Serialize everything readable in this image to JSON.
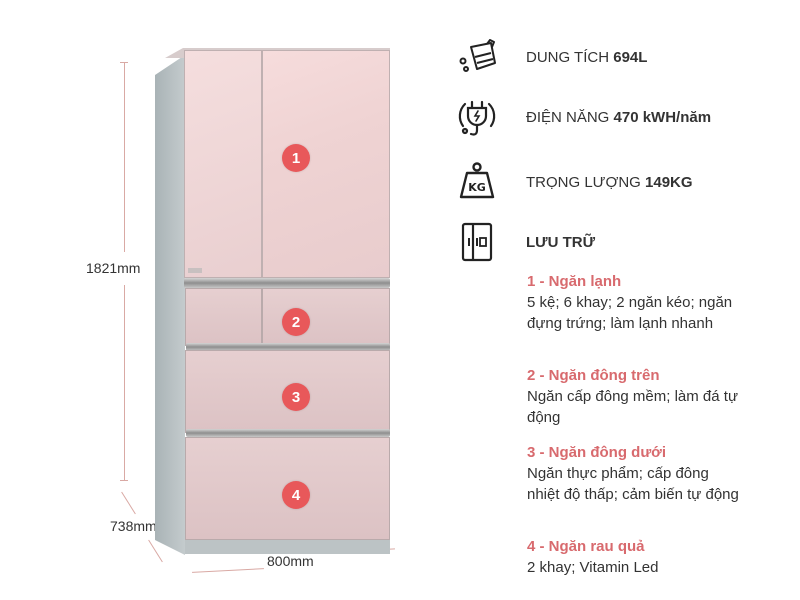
{
  "dimensions": {
    "height": "1821mm",
    "depth": "738mm",
    "width": "800mm"
  },
  "fridge": {
    "compartment_badges": [
      "1",
      "2",
      "3",
      "4"
    ],
    "colors": {
      "door": "#f0d6d6",
      "badge": "#e8585a",
      "side": "#b7bfc2"
    }
  },
  "specs": [
    {
      "icon": "measuring-jug-icon",
      "label": "DUNG TÍCH ",
      "value": "694L"
    },
    {
      "icon": "power-plug-icon",
      "label": "ĐIỆN NĂNG ",
      "value": "470 kWH/năm"
    },
    {
      "icon": "weight-kg-icon",
      "label": "TRỌNG LƯỢNG ",
      "value": "149KG"
    },
    {
      "icon": "fridge-storage-icon",
      "label": "LƯU TRỮ",
      "value": ""
    }
  ],
  "storage": [
    {
      "title": "1 - Ngăn lạnh",
      "body": "5 kệ; 6 khay; 2 ngăn kéo; ngăn đựng trứng; làm lạnh nhanh"
    },
    {
      "title": "2 - Ngăn đông trên",
      "body": "Ngăn cấp đông mềm; làm đá tự động"
    },
    {
      "title": "3 - Ngăn đông dưới",
      "body": "Ngăn thực phẩm; cấp đông nhiệt độ thấp; cảm biến tự động"
    },
    {
      "title": "4 - Ngăn rau quả",
      "body": "2 khay; Vitamin Led"
    }
  ],
  "colors": {
    "accent": "#d86a6e",
    "text": "#333333",
    "dim_line": "#d9a9a4"
  }
}
